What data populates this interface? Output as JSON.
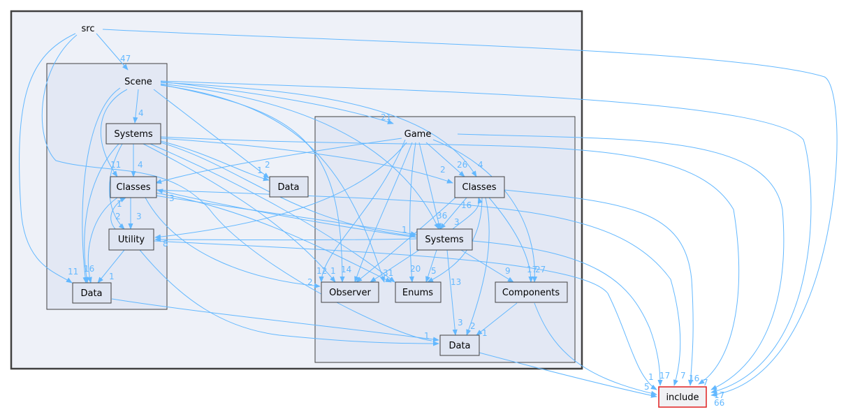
{
  "nodes": {
    "src": "src",
    "scene": "Scene",
    "scene_systems": "Systems",
    "scene_classes": "Classes",
    "scene_utility": "Utility",
    "scene_data": "Data",
    "src_data": "Data",
    "game": "Game",
    "game_classes": "Classes",
    "game_systems": "Systems",
    "observer": "Observer",
    "enums": "Enums",
    "components": "Components",
    "game_data": "Data",
    "include": "include"
  },
  "edge_labels": {
    "src_scene": "47",
    "src_data": "11",
    "src_include": "17",
    "src_include_b": "66",
    "scene_systems": "4",
    "scene_classes": "11",
    "scene_game": "21",
    "scene_data2": "2",
    "sys_classes": "4",
    "sys_data1": "1",
    "game_classes": "26",
    "game_classes_b": "4",
    "game_gsys": "36",
    "game_classes2": "2",
    "cls_util": "3",
    "util_cls": "1",
    "cls_util2": "2",
    "util_data": "1",
    "cls_data": "3",
    "gcls_sys": "16",
    "gsys_cls": "3",
    "gcls_comp": "17",
    "gcls_comp2": "27",
    "gsys_comp": "9",
    "gsys_enums": "5",
    "gsys_enums2": "13",
    "gsys_data": "3",
    "gcls_data": "2",
    "comp_data": "1",
    "obs_12": "12",
    "obs_1": "1",
    "obs_14": "14",
    "obs_2": "2",
    "enums_31": "31",
    "enums_20": "20",
    "sys_util": "1",
    "inc_1": "1",
    "inc_17": "17",
    "inc_7": "7",
    "inc_16": "16",
    "inc_7b": "7",
    "inc_5": "5",
    "data_1": "1",
    "sdata_16": "16",
    "util_8": "8"
  }
}
